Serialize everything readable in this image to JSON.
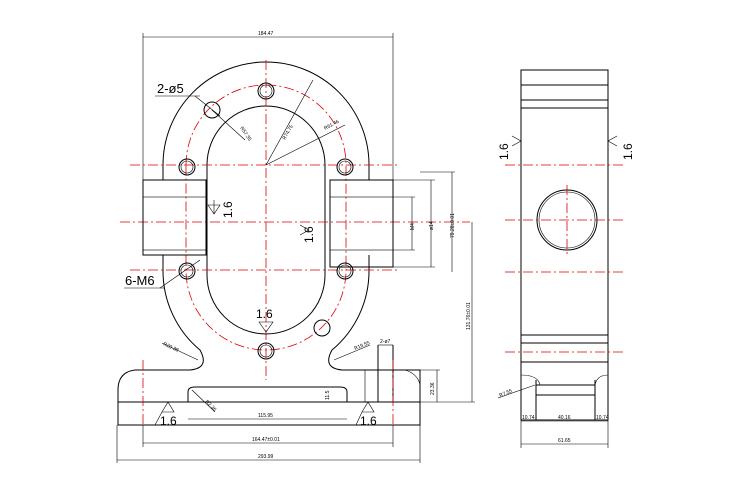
{
  "drawing": {
    "front_view": {
      "overall_width_top": "184.47",
      "hole_note_top": "2-ø5",
      "hole_note_side": "6-M6",
      "radius_inner": "R57.35",
      "radius_mid": "R74.75",
      "radius_bolt": "R61.46",
      "port_thread": "M4",
      "port_dia": "ø14",
      "port_height": "79.28±0.01",
      "center_height": "131.76±0.01",
      "base_hole_note": "2-ø7",
      "fillet_left": "R20.38",
      "fillet_right": "R19.55",
      "slot_radius": "R2.36",
      "slot_width": "115.95",
      "slot_depth": "11.5",
      "base_thickness": "23.36",
      "bolt_spacing": "164.47±0.01",
      "overall_width": "293.99"
    },
    "side_view": {
      "fillet": "R7.55",
      "left_seg": "10.74",
      "mid_seg": "40.16",
      "right_seg": "10.74",
      "total_width": "61.65"
    },
    "roughness": [
      "1.6",
      "1.6",
      "1.6",
      "1.6",
      "1.6",
      "1.6",
      "1.6"
    ]
  }
}
